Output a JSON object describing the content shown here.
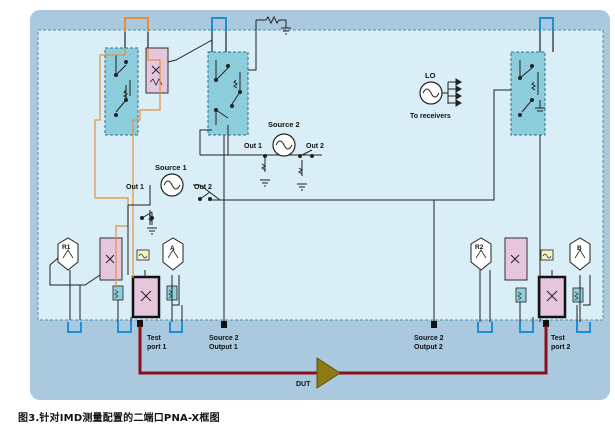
{
  "diagram": {
    "sources": {
      "source1": {
        "title": "Source 1",
        "out1": "Out 1",
        "out2": "Out 2"
      },
      "source2": {
        "title": "Source 2",
        "out1": "Out 1",
        "out2": "Out 2"
      }
    },
    "lo": {
      "title": "LO",
      "subtitle": "To receivers"
    },
    "receivers": {
      "r1": "R1",
      "a": "A",
      "r2": "R2",
      "b": "B"
    },
    "ports": {
      "test_port_1": [
        "Test",
        "port 1"
      ],
      "test_port_2": [
        "Test",
        "port 2"
      ],
      "source2_output1": [
        "Source 2",
        "Output 1"
      ],
      "source2_output2": [
        "Source 2",
        "Output 2"
      ]
    },
    "dut_label": "DUT",
    "caption": "图3.针对IMD测量配置的二端口PNA-X框图"
  },
  "colors": {
    "outer_panel": "#aac9de",
    "inner_panel": "#d9eef6",
    "dashed_border": "#4a8fb0",
    "switch_box": "#8fd0de",
    "attenuator_box": "#e6c6dc",
    "trace_dark": "#222222",
    "trace_orange": "#e3903a",
    "cable_red": "#8b0f1a",
    "dut_fill": "#8c7a12",
    "connector_blue": "#1a90d8"
  }
}
